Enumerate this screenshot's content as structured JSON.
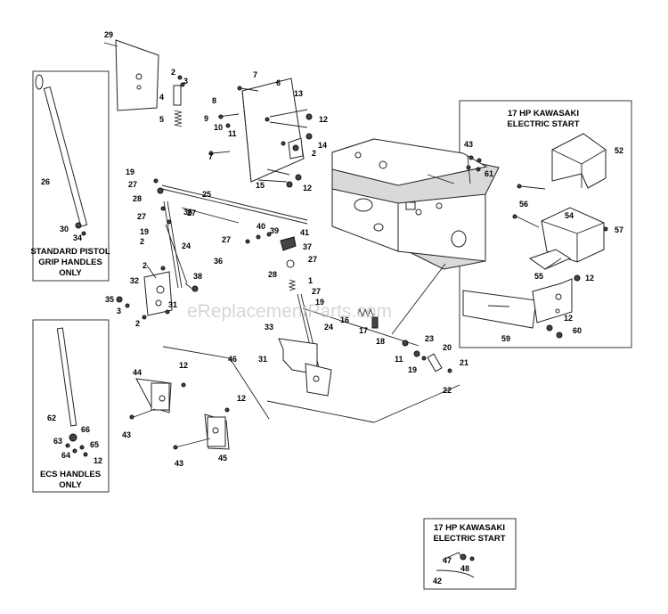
{
  "watermark": "eReplacementParts.com",
  "callouts": {
    "standard_pistol": [
      "STANDARD PISTOL",
      "GRIP HANDLES",
      "ONLY"
    ],
    "ecs": [
      "ECS HANDLES",
      "ONLY"
    ],
    "kawasaki_main": [
      "17 HP KAWASAKI",
      "ELECTRIC START"
    ],
    "kawasaki_small": [
      "17 HP KAWASAKI",
      "ELECTRIC START"
    ]
  },
  "parts": [
    {
      "id": "p29",
      "n": "29"
    },
    {
      "id": "p2a",
      "n": "2"
    },
    {
      "id": "p3a",
      "n": "3"
    },
    {
      "id": "p4",
      "n": "4"
    },
    {
      "id": "p5",
      "n": "5"
    },
    {
      "id": "p7a",
      "n": "7"
    },
    {
      "id": "p6",
      "n": "6"
    },
    {
      "id": "p13",
      "n": "13"
    },
    {
      "id": "p8",
      "n": "8"
    },
    {
      "id": "p12a",
      "n": "12"
    },
    {
      "id": "p9",
      "n": "9"
    },
    {
      "id": "p10",
      "n": "10"
    },
    {
      "id": "p11a",
      "n": "11"
    },
    {
      "id": "p14",
      "n": "14"
    },
    {
      "id": "p7b",
      "n": "7"
    },
    {
      "id": "p2b",
      "n": "2"
    },
    {
      "id": "p15",
      "n": "15"
    },
    {
      "id": "p12b",
      "n": "12"
    },
    {
      "id": "p26",
      "n": "26"
    },
    {
      "id": "p30",
      "n": "30"
    },
    {
      "id": "p34",
      "n": "34"
    },
    {
      "id": "p19a",
      "n": "19"
    },
    {
      "id": "p27a",
      "n": "27"
    },
    {
      "id": "p28a",
      "n": "28"
    },
    {
      "id": "p25",
      "n": "25"
    },
    {
      "id": "p27b",
      "n": "27"
    },
    {
      "id": "p36a",
      "n": "36"
    },
    {
      "id": "p27c",
      "n": "27"
    },
    {
      "id": "p19b",
      "n": "19"
    },
    {
      "id": "p24a",
      "n": "24"
    },
    {
      "id": "p2c",
      "n": "2"
    },
    {
      "id": "p2d",
      "n": "2"
    },
    {
      "id": "p32",
      "n": "32"
    },
    {
      "id": "p38",
      "n": "38"
    },
    {
      "id": "p35",
      "n": "35"
    },
    {
      "id": "p3b",
      "n": "3"
    },
    {
      "id": "p31a",
      "n": "31"
    },
    {
      "id": "p2e",
      "n": "2"
    },
    {
      "id": "p27d",
      "n": "27"
    },
    {
      "id": "p36b",
      "n": "36"
    },
    {
      "id": "p40",
      "n": "40"
    },
    {
      "id": "p39",
      "n": "39"
    },
    {
      "id": "p41",
      "n": "41"
    },
    {
      "id": "p37",
      "n": "37"
    },
    {
      "id": "p27e",
      "n": "27"
    },
    {
      "id": "p28b",
      "n": "28"
    },
    {
      "id": "p1",
      "n": "1"
    },
    {
      "id": "p27f",
      "n": "27"
    },
    {
      "id": "p19c",
      "n": "19"
    },
    {
      "id": "p24b",
      "n": "24"
    },
    {
      "id": "p33",
      "n": "33"
    },
    {
      "id": "p31b",
      "n": "31"
    },
    {
      "id": "p16",
      "n": "16"
    },
    {
      "id": "p17",
      "n": "17"
    },
    {
      "id": "p18",
      "n": "18"
    },
    {
      "id": "p23",
      "n": "23"
    },
    {
      "id": "p11b",
      "n": "11"
    },
    {
      "id": "p19d",
      "n": "19"
    },
    {
      "id": "p20",
      "n": "20"
    },
    {
      "id": "p21",
      "n": "21"
    },
    {
      "id": "p22",
      "n": "22"
    },
    {
      "id": "p46",
      "n": "46"
    },
    {
      "id": "p44",
      "n": "44"
    },
    {
      "id": "p12c",
      "n": "12"
    },
    {
      "id": "p43a",
      "n": "43"
    },
    {
      "id": "p12d",
      "n": "12"
    },
    {
      "id": "p43b",
      "n": "43"
    },
    {
      "id": "p45",
      "n": "45"
    },
    {
      "id": "p62",
      "n": "62"
    },
    {
      "id": "p66",
      "n": "66"
    },
    {
      "id": "p63",
      "n": "63"
    },
    {
      "id": "p65",
      "n": "65"
    },
    {
      "id": "p64",
      "n": "64"
    },
    {
      "id": "p12e",
      "n": "12"
    },
    {
      "id": "p43c",
      "n": "43"
    },
    {
      "id": "p61",
      "n": "61"
    },
    {
      "id": "p52",
      "n": "52"
    },
    {
      "id": "p56",
      "n": "56"
    },
    {
      "id": "p54",
      "n": "54"
    },
    {
      "id": "p57",
      "n": "57"
    },
    {
      "id": "p55",
      "n": "55"
    },
    {
      "id": "p12f",
      "n": "12"
    },
    {
      "id": "p59",
      "n": "59"
    },
    {
      "id": "p12g",
      "n": "12"
    },
    {
      "id": "p60",
      "n": "60"
    },
    {
      "id": "p47",
      "n": "47"
    },
    {
      "id": "p48",
      "n": "48"
    },
    {
      "id": "p42",
      "n": "42"
    }
  ]
}
